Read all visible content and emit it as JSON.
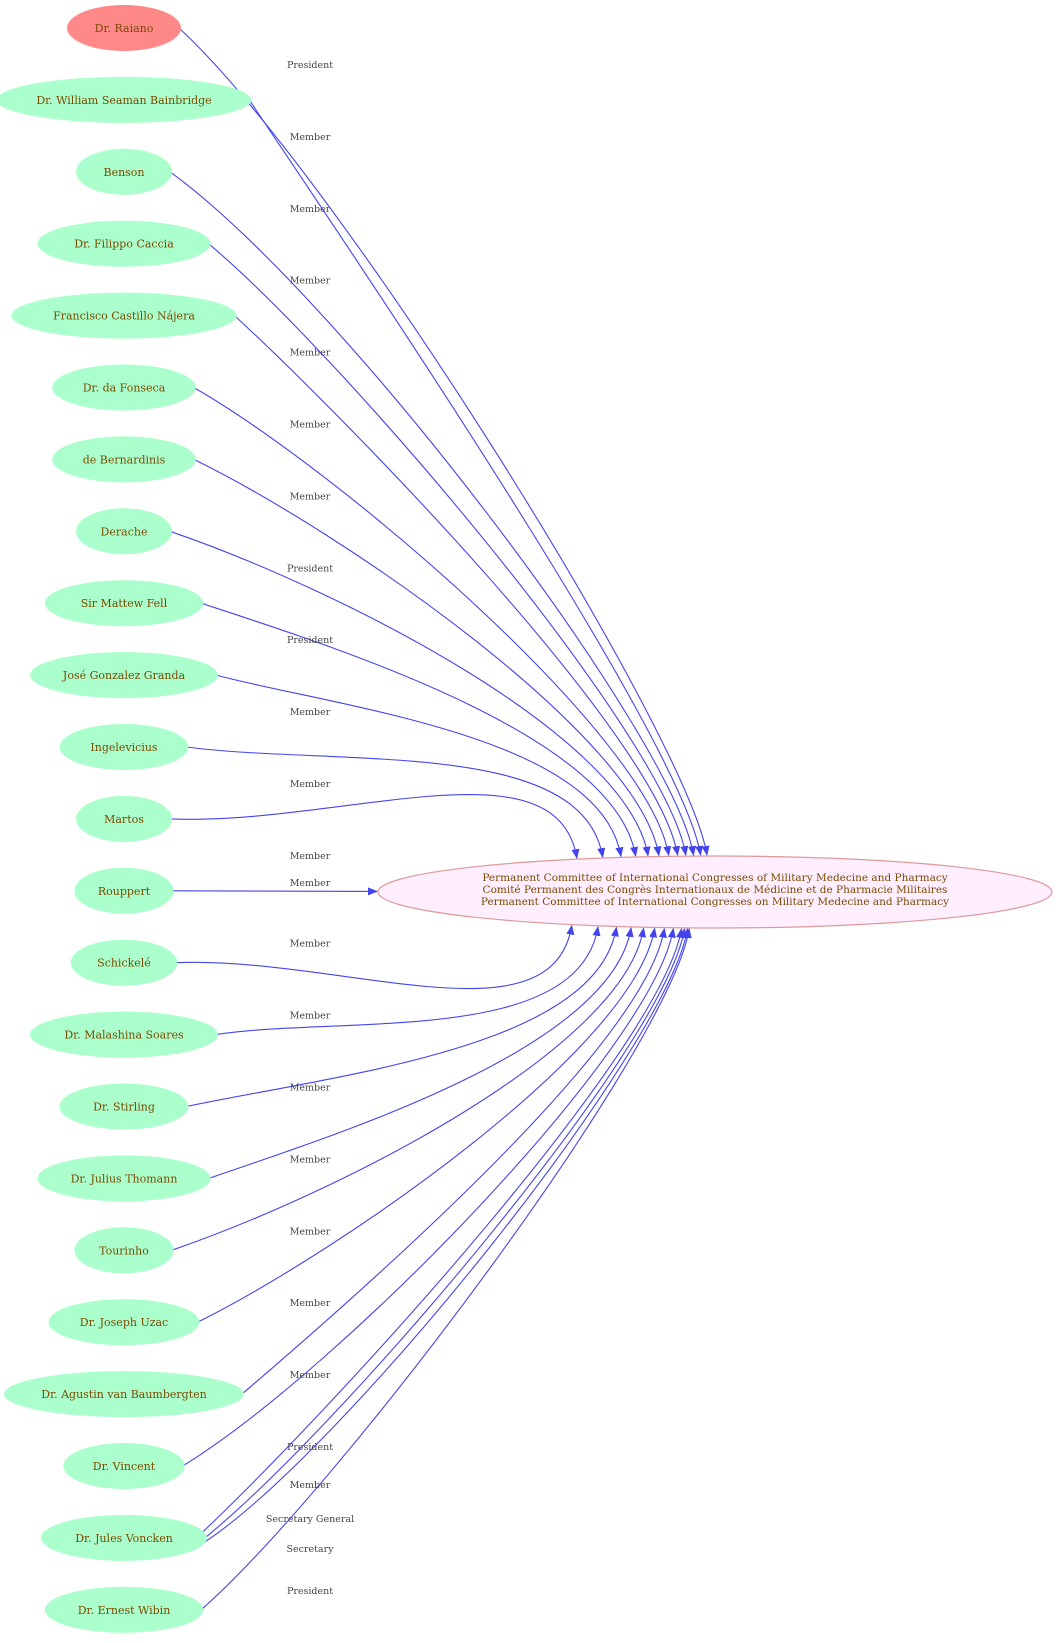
{
  "colors": {
    "person_fill": "#aaffcc",
    "highlight_fill": "#ff8888",
    "hub_fill": "#ffeeff",
    "hub_stroke": "#dd9999",
    "edge": "#4444ee",
    "text": "#7a4a00",
    "edge_text": "#444444"
  },
  "hub": {
    "lines": [
      "Permanent Committee of International Congresses of Military Medecine and Pharmacy",
      "Comité Permanent des Congrès Internationaux de Médicine et de Pharmacie Militaires",
      "Permanent Committee of International Congresses on Military Medecine and Pharmacy"
    ]
  },
  "nodes": [
    {
      "label": "Dr. Raiano",
      "highlight": true,
      "edges": [
        "President"
      ]
    },
    {
      "label": "Dr. William Seaman Bainbridge",
      "edges": [
        "Member"
      ]
    },
    {
      "label": "Benson",
      "edges": [
        "Member"
      ]
    },
    {
      "label": "Dr. Filippo Caccia",
      "edges": [
        "Member"
      ]
    },
    {
      "label": "Francisco Castillo Nájera",
      "edges": [
        "Member"
      ]
    },
    {
      "label": "Dr. da Fonseca",
      "edges": [
        "Member"
      ]
    },
    {
      "label": "de Bernardinis",
      "edges": [
        "Member"
      ]
    },
    {
      "label": "Derache",
      "edges": [
        "President"
      ]
    },
    {
      "label": "Sir  Mattew Fell",
      "edges": [
        "President"
      ]
    },
    {
      "label": "José Gonzalez Granda",
      "edges": [
        "Member"
      ]
    },
    {
      "label": "Ingelevicius",
      "edges": [
        "Member"
      ]
    },
    {
      "label": "Martos",
      "edges": [
        "Member"
      ]
    },
    {
      "label": "Rouppert",
      "edges": [
        "Member"
      ]
    },
    {
      "label": "Schickelé",
      "edges": [
        "Member"
      ]
    },
    {
      "label": "Dr. Malashina Soares",
      "edges": [
        "Member"
      ]
    },
    {
      "label": "Dr. Stirling",
      "edges": [
        "Member"
      ]
    },
    {
      "label": "Dr. Julius Thomann",
      "edges": [
        "Member"
      ]
    },
    {
      "label": "Tourinho",
      "edges": [
        "Member"
      ]
    },
    {
      "label": "Dr. Joseph Uzac",
      "edges": [
        "Member"
      ]
    },
    {
      "label": "Dr. Agustin van Baumbergten",
      "edges": [
        "Member"
      ]
    },
    {
      "label": "Dr. Vincent",
      "edges": [
        "President"
      ]
    },
    {
      "label": "Dr. Jules Voncken",
      "edges": [
        "Member",
        "Secretary General",
        "Secretary"
      ]
    },
    {
      "label": "Dr. Ernest Wibin",
      "edges": [
        "President"
      ]
    }
  ]
}
